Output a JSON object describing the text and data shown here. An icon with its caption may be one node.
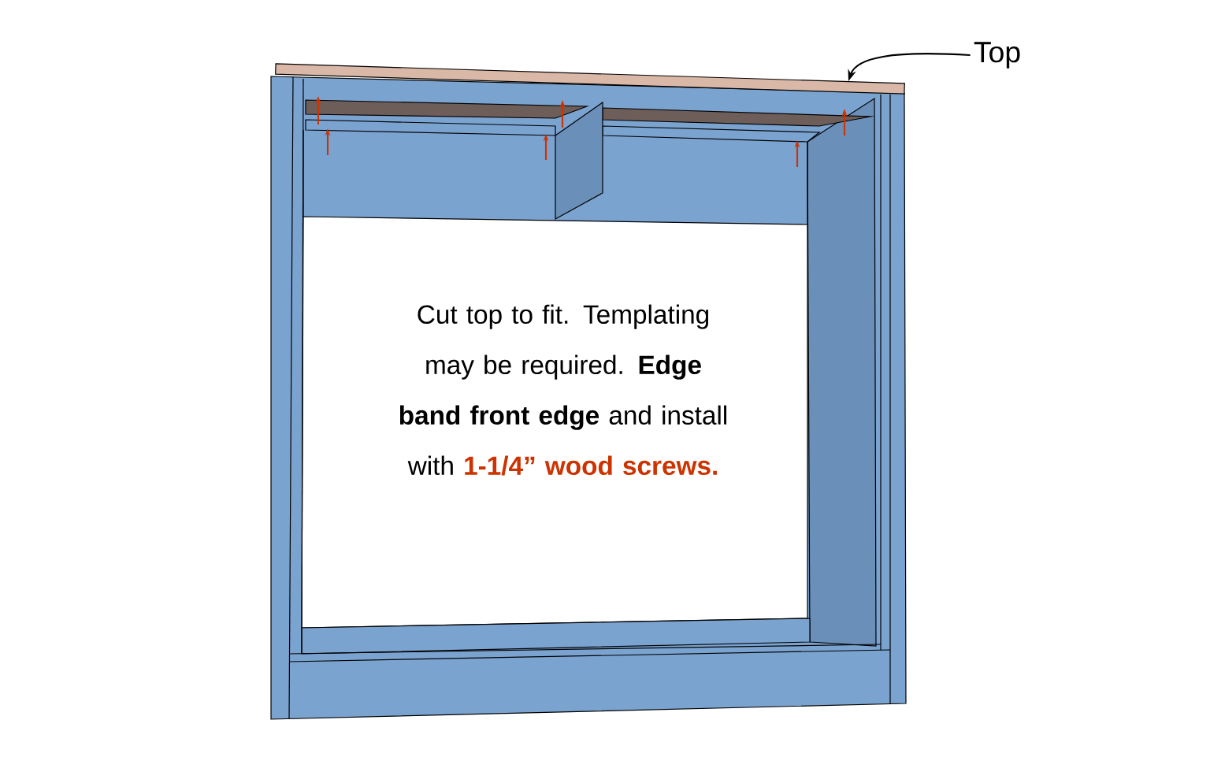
{
  "diagram": {
    "nodes": [
      {
        "text": [
          "Top"
        ]
      },
      {
        "text": [],
        "shape": "bar"
      }
    ],
    "edges": [
      {
        "from": 0,
        "to": 1,
        "arrow": "to"
      }
    ],
    "labels": [
      "Cut top to fit. Templating may be required. **Edge band front edge** and install with",
      "1-1/4” wood screws."
    ]
  }
}
